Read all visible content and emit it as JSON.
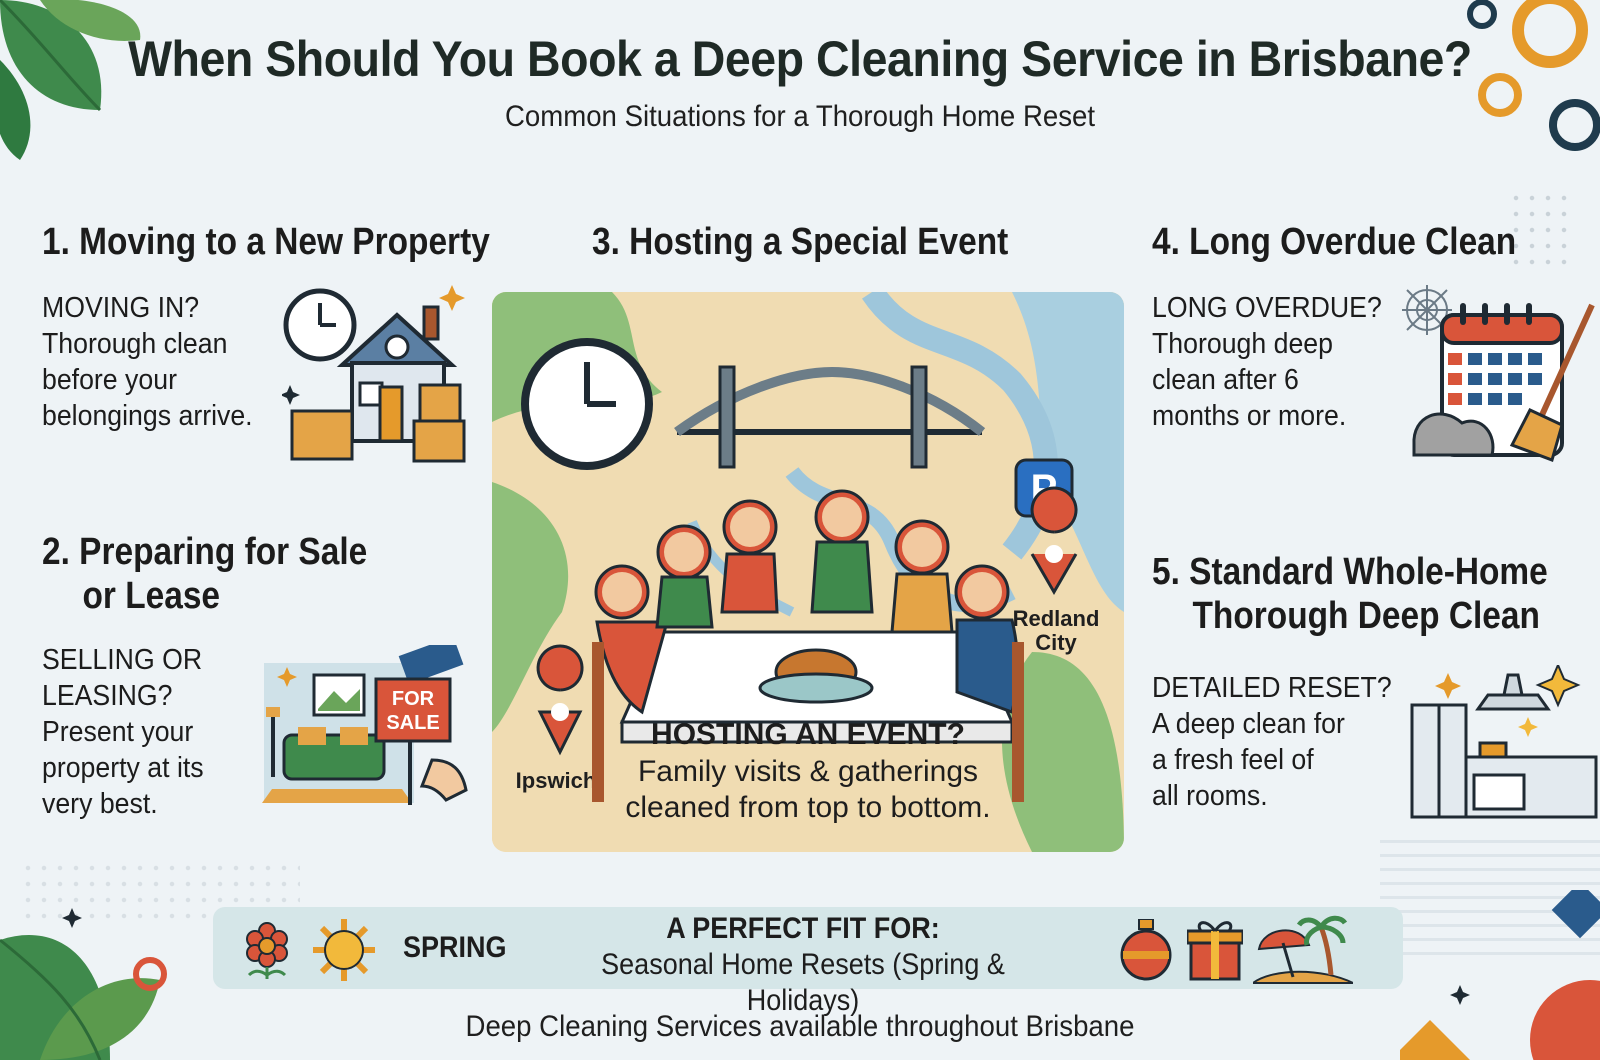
{
  "header": {
    "title": "When Should You Book a Deep Cleaning Service in Brisbane?",
    "subtitle": "Common Situations for a Thorough Home Reset"
  },
  "sections": [
    {
      "heading": "1. Moving to a New Property",
      "lead": "MOVING IN?",
      "lines": [
        "Thorough clean",
        "before your",
        "belongings arrive."
      ],
      "icon": "house-with-clock-and-boxes-icon"
    },
    {
      "heading_line1": "2. Preparing for Sale",
      "heading_line2": "or Lease",
      "lead_line1": "SELLING OR",
      "lead_line2": "LEASING?",
      "lines": [
        "Present your",
        "property at its",
        "very best."
      ],
      "sign": {
        "line1": "FOR",
        "line2": "SALE"
      },
      "icon": "living-room-for-sale-icon"
    },
    {
      "heading": "3. Hosting a Special Event",
      "lead": "HOSTING AN EVENT?",
      "lines": [
        "Family visits & gatherings",
        "cleaned from top to bottom."
      ],
      "map_labels": {
        "parking": "P",
        "redland_line1": "Redland",
        "redland_line2": "City",
        "ipswich": "Ipswich"
      },
      "icon": "family-dinner-map-icon"
    },
    {
      "heading": "4. Long Overdue Clean",
      "lead": "LONG OVERDUE?",
      "lines": [
        "Thorough deep",
        "clean after 6",
        "months or more."
      ],
      "icon": "calendar-broom-icon"
    },
    {
      "heading_line1": "5. Standard Whole-Home",
      "heading_line2": "Thorough Deep Clean",
      "lead": "DETAILED RESET?",
      "lines": [
        "A deep clean for",
        "a fresh feel of",
        "all rooms."
      ],
      "icon": "sparkling-kitchen-icon"
    }
  ],
  "banner": {
    "season_label": "SPRING",
    "heading": "A PERFECT FIT FOR:",
    "text": "Seasonal Home Resets (Spring & Holidays)"
  },
  "footer": "Deep Cleaning Services available throughout Brisbane",
  "colors": {
    "background": "#eef3f6",
    "accent_orange": "#e59a2b",
    "accent_red": "#d9553a",
    "leaf_green": "#3f8a4c",
    "navy_blue": "#2a5b8c",
    "map_sand": "#f0dcb2",
    "map_green": "#8fbf7a",
    "banner_teal": "#d5e6e8"
  }
}
